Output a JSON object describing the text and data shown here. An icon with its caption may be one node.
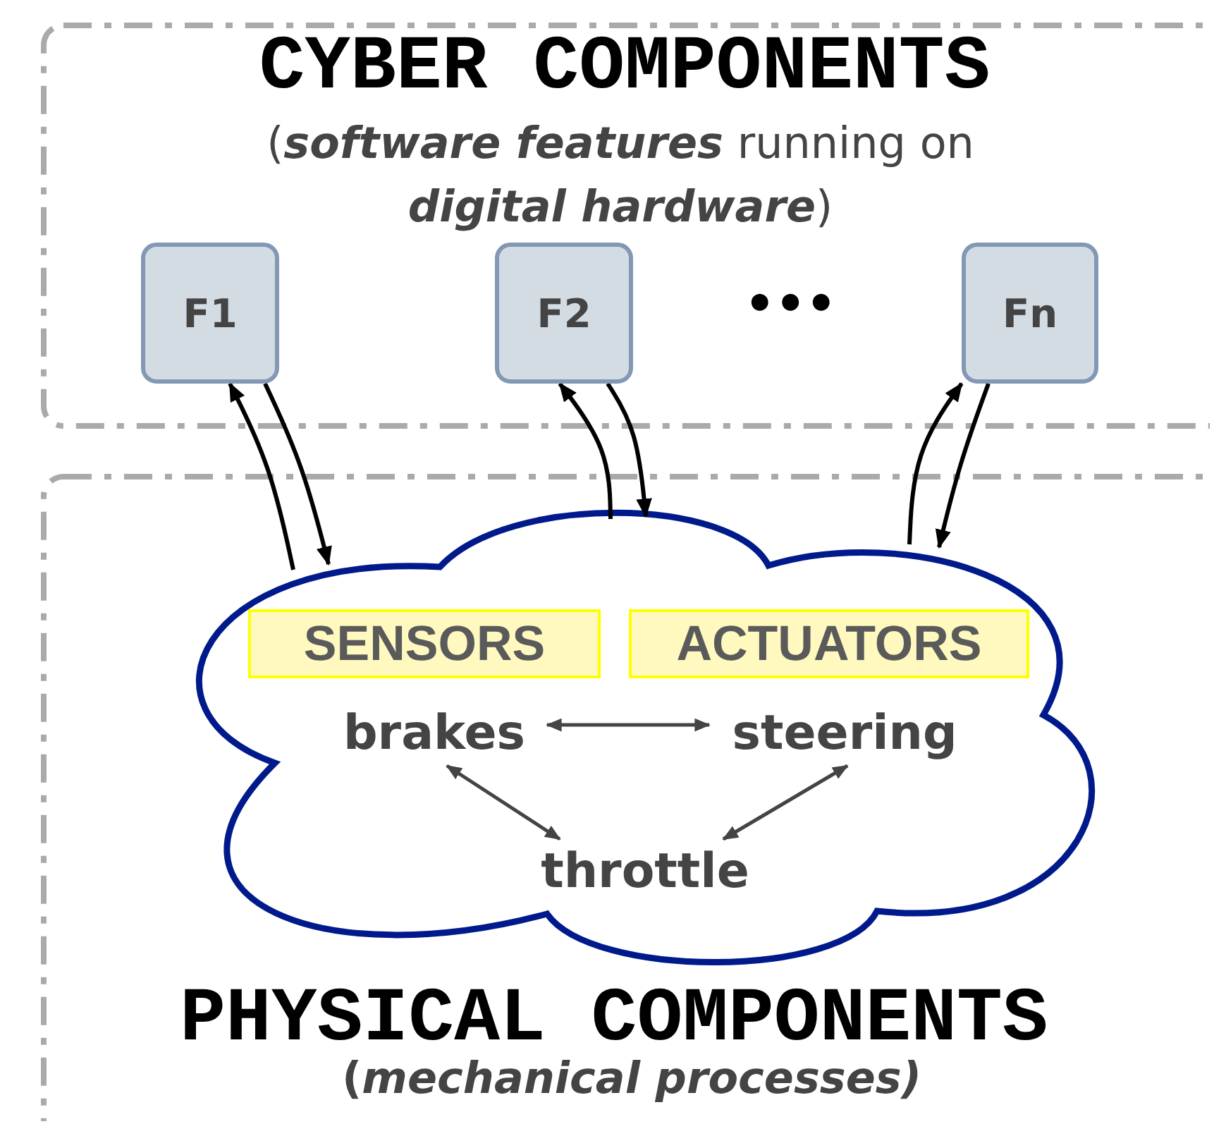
{
  "diagram": {
    "nodes": [
      {
        "text": [
          "CYBER COMPONENTS",
          "(**software features** running on **digital hardware**)"
        ]
      },
      {
        "text": [
          "F1"
        ],
        "in": 0
      },
      {
        "text": [
          "F2"
        ],
        "in": 0
      },
      {
        "text": [
          "Fn"
        ],
        "in": 0
      },
      {
        "text": [
          "PHYSICAL COMPONENTS",
          "(*mechanical processes)*"
        ]
      },
      {
        "text": [],
        "shape": "cloud",
        "in": 4
      },
      {
        "text": [
          "SENSORS"
        ],
        "in": 5
      },
      {
        "text": [
          "ACTUATORS"
        ],
        "in": 5
      },
      {
        "text": [
          "brakes"
        ],
        "in": 5
      },
      {
        "text": [
          "steering"
        ],
        "in": 5
      },
      {
        "text": [
          "throttle"
        ],
        "in": 5
      }
    ],
    "edges": [
      {
        "from": 5,
        "to": 1,
        "arrow": "to"
      },
      {
        "from": 1,
        "to": 5,
        "arrow": "to"
      },
      {
        "from": 5,
        "to": 2,
        "arrow": "to"
      },
      {
        "from": 2,
        "to": 5,
        "arrow": "to"
      },
      {
        "from": 5,
        "to": 3,
        "arrow": "to"
      },
      {
        "from": 3,
        "to": 5,
        "arrow": "to"
      },
      {
        "from": 8,
        "to": 9,
        "arrow": "both",
        "color": "#444444"
      },
      {
        "from": 8,
        "to": 10,
        "arrow": "both",
        "color": "#444444"
      },
      {
        "from": 9,
        "to": 10,
        "arrow": "both",
        "color": "#444444"
      }
    ],
    "labels": [
      "•••"
    ]
  }
}
